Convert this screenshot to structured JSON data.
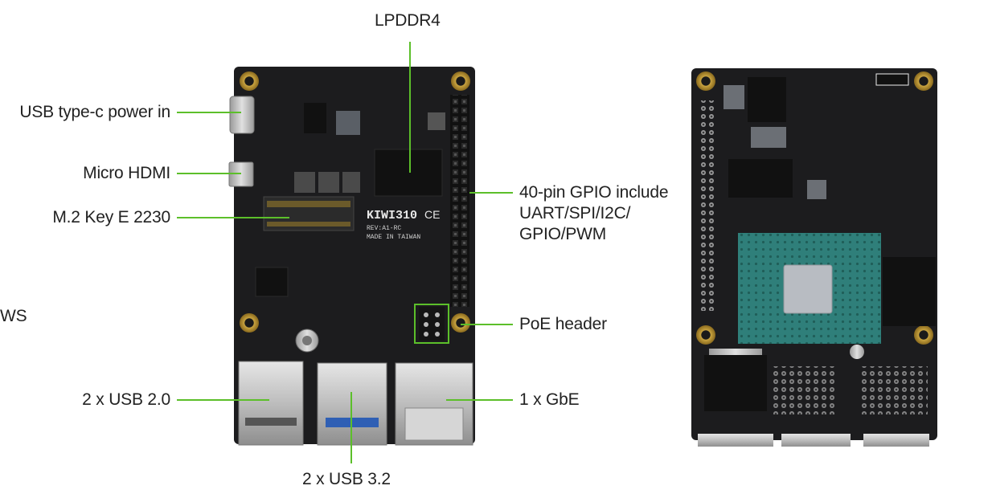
{
  "labels": {
    "lpddr4": "LPDDR4",
    "usb_c_power": "USB type-c power in",
    "micro_hdmi": "Micro HDMI",
    "m2_key_e": "M.2 Key E 2230",
    "gpio_40": [
      "40-pin GPIO include",
      "UART/SPI/I2C/",
      "GPIO/PWM"
    ],
    "poe_header": "PoE header",
    "gbe": "1 x GbE",
    "usb20": "2 x USB 2.0",
    "usb32": "2 x USB 3.2",
    "edge_fragment": "WS"
  },
  "board_marking": {
    "model": "KIWI310",
    "rev": "REV:A1-RC",
    "origin": "MADE IN TAIWAN"
  },
  "colors": {
    "callout_line": "#5cbf2a",
    "pcb": "#1c1c1e",
    "soc_substrate": "#2f7f7a",
    "die": "#b8bcc2"
  }
}
